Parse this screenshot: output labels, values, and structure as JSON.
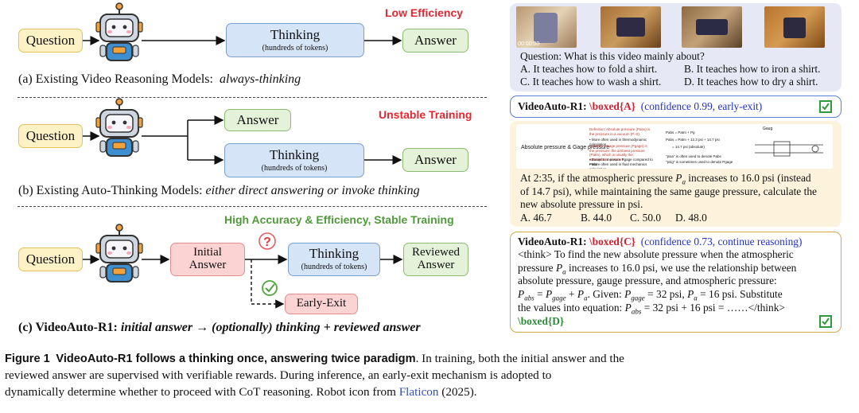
{
  "left": {
    "question": "Question",
    "answer": "Answer",
    "thinking": "Thinking",
    "thinking_sub": "(hundreds of tokens)",
    "initial_answer_1": "Initial",
    "initial_answer_2": "Answer",
    "reviewed_answer_1": "Reviewed",
    "reviewed_answer_2": "Answer",
    "early_exit": "Early-Exit",
    "label_a": "Low Efficiency",
    "label_b": "Unstable Training",
    "label_c": "High Accuracy & Efficiency, Stable Training",
    "caption_a_prefix": "(a) Existing Video Reasoning Models:",
    "caption_a_italic": "always-thinking",
    "caption_b_prefix": "(b) Existing Auto-Thinking Models:",
    "caption_b_italic": "either direct answering or invoke thinking",
    "caption_c_prefix": "(c) VideoAuto-R1:",
    "caption_c_italic": "initial answer → (optionally) thinking + reviewed answer",
    "colors": {
      "red": "#e8242f",
      "green": "#4f9a3a"
    }
  },
  "right": {
    "video_timestamp": "00:00:00",
    "question1": "Question: What is this video mainly about?",
    "options1": [
      "A. It teaches how to fold a shirt.",
      "B. It teaches how to iron a shirt.",
      "C. It teaches how to wash a shirt.",
      "D. It teaches how to dry a shirt."
    ],
    "result1_label": "VideoAuto-R1:",
    "result1_boxed": "\\boxed{A}",
    "result1_conf": "(confidence 0.99, early-exit)",
    "slide": {
      "title": "Absolute pressure & Gage pressure",
      "def1": "Definition: Absolute pressure (Pabs) is the pressure in a vacuum (P=0).",
      "def1b": "• More often used in thermodynamic calculation",
      "def2": "Definition: Gage pressure (Pgage) is the pressure: the ambient pressure (Patm), which is usually the atmospheric pressure.",
      "def2b": "• Easier to measure Pgage compared to Pabs",
      "def2c": "• More often used in fluid mechanics calculation",
      "eq1": "Pabs = Patm + Pg",
      "eq2": "Pabs = Patm + 12.3 psi + 14.7 psi",
      "eq3": "= 14.7 psi  (absolute)",
      "note1": "\"psia\" is often used to denote Pabs",
      "note2": "\"psig\" is sometimes used to denote Pgage",
      "gaug": "Gaug"
    },
    "question2_l1_a": "At 2:35, if the atmospheric pressure",
    "question2_l1_b": "increases to 16.0 psi (instead",
    "question2_l2": "of 14.7 psi), while maintaining the same gauge pressure, calculate the",
    "question2_l3": "new absolute pressure in psi.",
    "options2": [
      "A. 46.7",
      "B. 44.0",
      "C. 50.0",
      "D. 48.0"
    ],
    "result2_label": "VideoAuto-R1:",
    "result2_boxed": "\\boxed{C}",
    "result2_conf": "(confidence 0.73, continue reasoning)",
    "reason_l1": "<think> To find the new absolute pressure when the atmospheric",
    "reason_l2a": "pressure",
    "reason_l2b": "increases to 16.0 psi, we use the relationship between",
    "reason_l3": "absolute pressure, gauge pressure, and atmospheric pressure:",
    "reason_l4b": ". Given:",
    "reason_l4c": "= 32 psi,",
    "reason_l4d": "= 16 psi. Substitute",
    "reason_l5a": "the values into equation:",
    "reason_l5b": "= 32 psi + 16 psi = ……</think>",
    "result2_final": "\\boxed{D}",
    "colors": {
      "blue": "#1f2fd6",
      "red": "#d2202f",
      "check": "#2f9a3c"
    }
  },
  "caption": {
    "figure_label": "Figure 1",
    "figure_title": "VideoAuto-R1 follows a thinking once, answering twice paradigm",
    "body1": ". In training, both the initial answer and the",
    "body2": "reviewed answer are supervised with verifiable rewards. During inference, an early-exit mechanism is adopted to",
    "body3_a": "dynamically determine whether to proceed with CoT reasoning. Robot icon from",
    "link": "Flaticon",
    "body3_b": "(2025)."
  }
}
